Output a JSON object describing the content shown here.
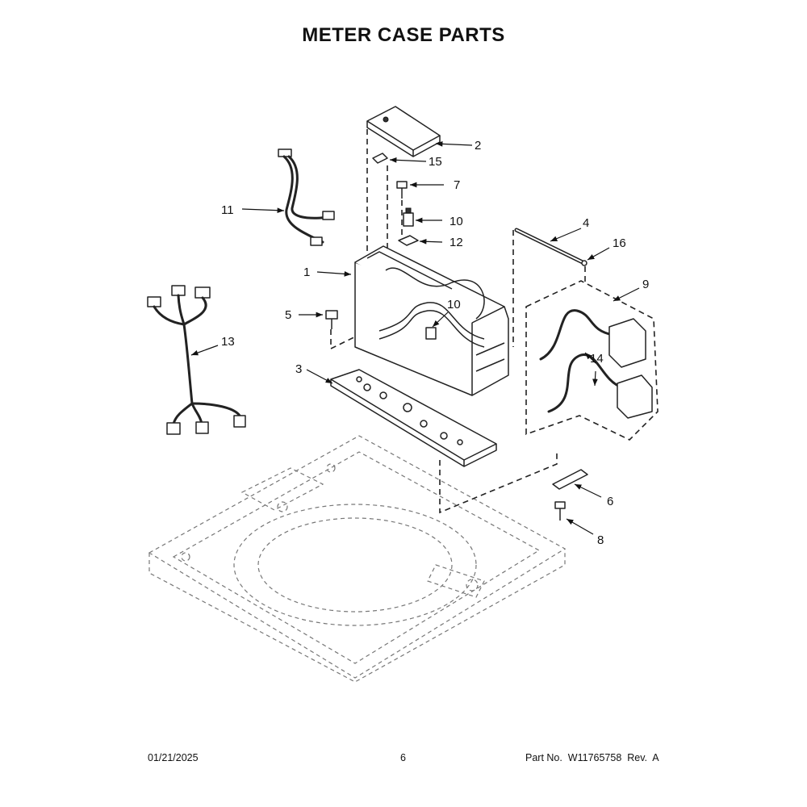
{
  "title": "METER CASE PARTS",
  "callouts": {
    "c1": "1",
    "c2": "2",
    "c3": "3",
    "c4": "4",
    "c5": "5",
    "c6": "6",
    "c7": "7",
    "c8": "8",
    "c9": "9",
    "c10a": "10",
    "c10b": "10",
    "c11": "11",
    "c12": "12",
    "c13": "13",
    "c14": "14",
    "c15": "15",
    "c16": "16"
  },
  "footer": {
    "date": "01/21/2025",
    "page": "6",
    "part": "Part No.  W11765758  Rev.  A"
  }
}
